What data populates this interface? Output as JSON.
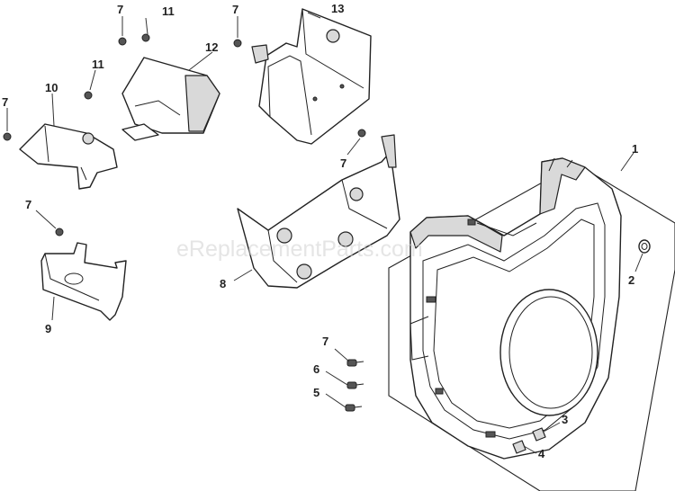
{
  "watermark": "eReplacementParts.com",
  "callouts": [
    {
      "id": "c1",
      "label": "1"
    },
    {
      "id": "c2",
      "label": "2"
    },
    {
      "id": "c3",
      "label": "3"
    },
    {
      "id": "c4",
      "label": "4"
    },
    {
      "id": "c5",
      "label": "5"
    },
    {
      "id": "c6",
      "label": "6"
    },
    {
      "id": "c7a",
      "label": "7"
    },
    {
      "id": "c7b",
      "label": "7"
    },
    {
      "id": "c7c",
      "label": "7"
    },
    {
      "id": "c7d",
      "label": "7"
    },
    {
      "id": "c7e",
      "label": "7"
    },
    {
      "id": "c7f",
      "label": "7"
    },
    {
      "id": "c8",
      "label": "8"
    },
    {
      "id": "c9",
      "label": "9"
    },
    {
      "id": "c10",
      "label": "10"
    },
    {
      "id": "c11a",
      "label": "11"
    },
    {
      "id": "c11b",
      "label": "11"
    },
    {
      "id": "c12",
      "label": "12"
    },
    {
      "id": "c13",
      "label": "13"
    }
  ]
}
